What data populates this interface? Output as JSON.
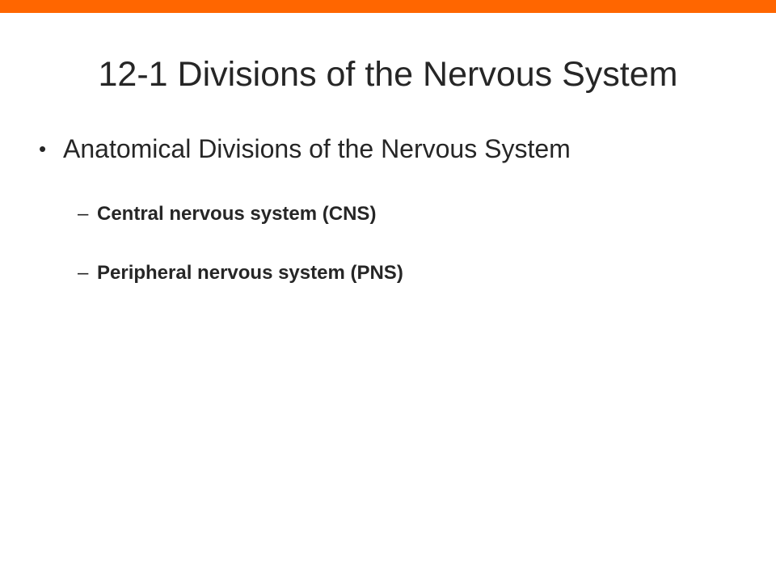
{
  "slide": {
    "accent_color": "#ff6600",
    "title": "12-1 Divisions of the Nervous System",
    "bullets": [
      {
        "marker": "•",
        "text": "Anatomical Divisions of the Nervous System",
        "sub_items": [
          {
            "marker": "–",
            "text": "Central nervous system (CNS)"
          },
          {
            "marker": "–",
            "text": "Peripheral nervous system (PNS)"
          }
        ]
      }
    ]
  }
}
